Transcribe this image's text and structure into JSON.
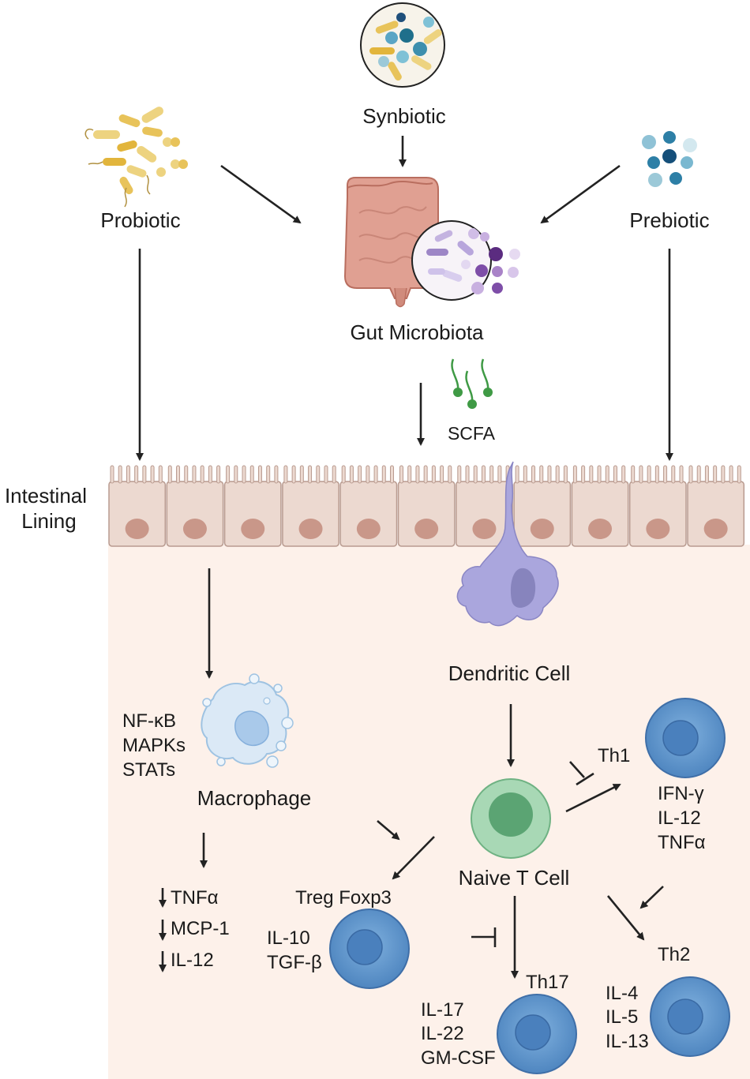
{
  "sources": {
    "synbiotic": "Synbiotic",
    "probiotic": "Probiotic",
    "prebiotic": "Prebiotic"
  },
  "gut": {
    "label": "Gut Microbiota",
    "scfa": "SCFA"
  },
  "lining": {
    "line1": "Intestinal",
    "line2": "Lining"
  },
  "macrophage": {
    "label": "Macrophage",
    "pathways": [
      "NF-κB",
      "MAPKs",
      "STATs"
    ],
    "cytokines": [
      "TNFα",
      "MCP-1",
      "IL-12"
    ]
  },
  "dendritic": {
    "label": "Dendritic Cell"
  },
  "naive_t": {
    "label": "Naive T Cell"
  },
  "th1": {
    "label": "Th1",
    "cytokines": [
      "IFN-γ",
      "IL-12",
      "TNFα"
    ]
  },
  "th2": {
    "label": "Th2",
    "cytokines": [
      "IL-4",
      "IL-5",
      "IL-13"
    ]
  },
  "th17": {
    "label": "Th17",
    "cytokines": [
      "IL-17",
      "IL-22",
      "GM-CSF"
    ]
  },
  "treg": {
    "label": "Treg Foxp3",
    "cytokines": [
      "IL-10",
      "TGF-β"
    ]
  },
  "colors": {
    "lamina": "#fdf1ea",
    "epithelium": "#ecd9d0",
    "nucleus": "#c99789",
    "t_cell": "#5a91c7",
    "naive_t": "#7cc193",
    "dendritic": "#a9a5dc",
    "macrophage": "#c8ddf0",
    "scfa": "#3f9a45",
    "gut": "#e0a092"
  }
}
